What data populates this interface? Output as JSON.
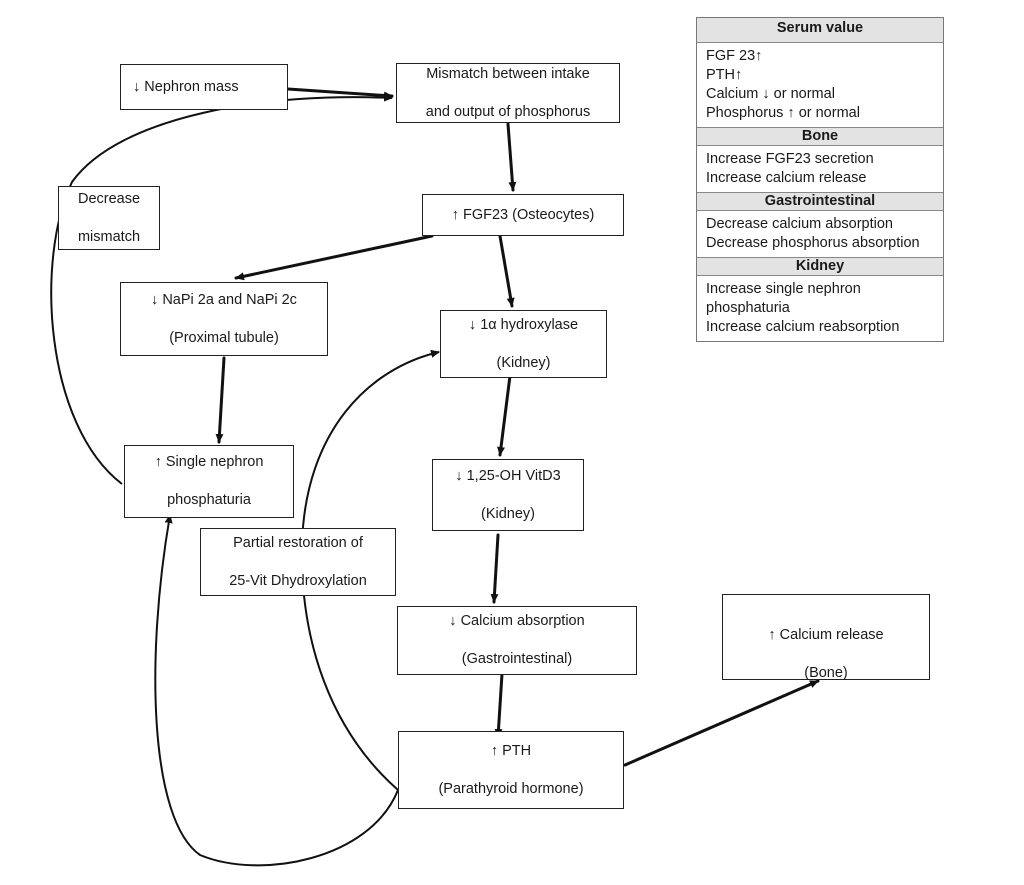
{
  "nodes": {
    "nephron_mass": "↓  Nephron mass",
    "mismatch": [
      "Mismatch between intake",
      "and output of phosphorus"
    ],
    "fgf23": "↑  FGF23 (Osteocytes)",
    "napi": [
      "↓  NaPi 2a and NaPi 2c",
      "(Proximal tubule)"
    ],
    "hydroxylase": [
      "↓  1α hydroxylase",
      "(Kidney)"
    ],
    "single_nephron": [
      "↑  Single nephron",
      "phosphaturia"
    ],
    "vitd3": [
      "↓  1,25-OH VitD3",
      "(Kidney)"
    ],
    "calcium_absorption": [
      "↓  Calcium absorption",
      "(Gastrointestinal)"
    ],
    "pth": [
      "↑  PTH",
      "(Parathyroid hormone)"
    ],
    "calcium_release": [
      "↑ Calcium release",
      "(Bone)"
    ]
  },
  "labels": {
    "decrease_mismatch": [
      "Decrease",
      "mismatch"
    ],
    "partial_restoration": [
      "Partial restoration of",
      "25-Vit Dhydroxylation"
    ]
  },
  "legend": [
    {
      "title": "Serum value",
      "items": [
        "FGF 23↑",
        "PTH↑",
        "Calcium ↓ or normal",
        "Phosphorus ↑ or normal"
      ]
    },
    {
      "title": "Bone",
      "items": [
        "Increase FGF23 secretion",
        "Increase calcium release"
      ]
    },
    {
      "title": "Gastrointestinal",
      "items": [
        "Decrease calcium absorption",
        "Decrease phosphorus absorption"
      ]
    },
    {
      "title": "Kidney",
      "items": [
        "Increase single nephron",
        "phosphaturia",
        "Increase calcium reabsorption"
      ]
    }
  ],
  "colors": {
    "line": "#111111",
    "legend_header": "#e3e3e3"
  }
}
